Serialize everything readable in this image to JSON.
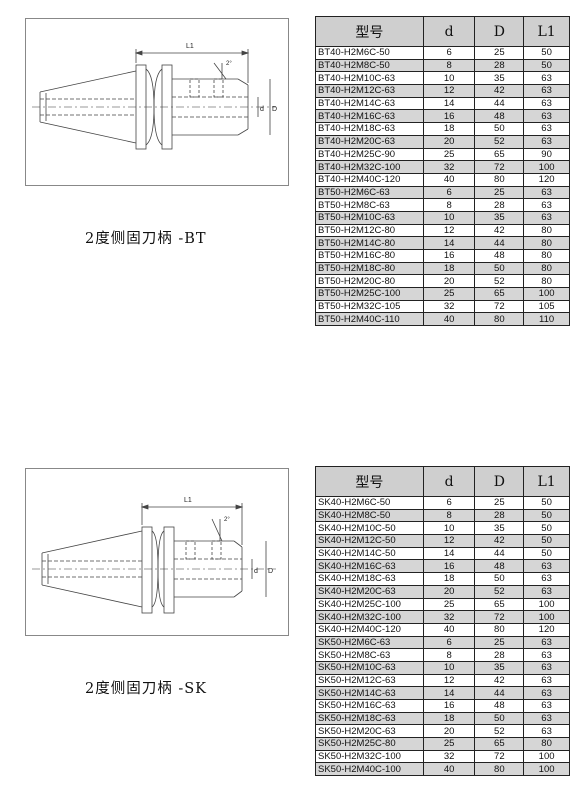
{
  "sections": [
    {
      "caption": "2度侧固刀柄 -BT",
      "headers": [
        "型号",
        "d",
        "D",
        "L1"
      ],
      "drawing_labels": {
        "length": "L1",
        "angle": "2°",
        "small_d": "d",
        "big_d": "D"
      },
      "rows": [
        [
          "BT40-H2M6C-50",
          "6",
          "25",
          "50"
        ],
        [
          "BT40-H2M8C-50",
          "8",
          "28",
          "50"
        ],
        [
          "BT40-H2M10C-63",
          "10",
          "35",
          "63"
        ],
        [
          "BT40-H2M12C-63",
          "12",
          "42",
          "63"
        ],
        [
          "BT40-H2M14C-63",
          "14",
          "44",
          "63"
        ],
        [
          "BT40-H2M16C-63",
          "16",
          "48",
          "63"
        ],
        [
          "BT40-H2M18C-63",
          "18",
          "50",
          "63"
        ],
        [
          "BT40-H2M20C-63",
          "20",
          "52",
          "63"
        ],
        [
          "BT40-H2M25C-90",
          "25",
          "65",
          "90"
        ],
        [
          "BT40-H2M32C-100",
          "32",
          "72",
          "100"
        ],
        [
          "BT40-H2M40C-120",
          "40",
          "80",
          "120"
        ],
        [
          "BT50-H2M6C-63",
          "6",
          "25",
          "63"
        ],
        [
          "BT50-H2M8C-63",
          "8",
          "28",
          "63"
        ],
        [
          "BT50-H2M10C-63",
          "10",
          "35",
          "63"
        ],
        [
          "BT50-H2M12C-80",
          "12",
          "42",
          "80"
        ],
        [
          "BT50-H2M14C-80",
          "14",
          "44",
          "80"
        ],
        [
          "BT50-H2M16C-80",
          "16",
          "48",
          "80"
        ],
        [
          "BT50-H2M18C-80",
          "18",
          "50",
          "80"
        ],
        [
          "BT50-H2M20C-80",
          "20",
          "52",
          "80"
        ],
        [
          "BT50-H2M25C-100",
          "25",
          "65",
          "100"
        ],
        [
          "BT50-H2M32C-105",
          "32",
          "72",
          "105"
        ],
        [
          "BT50-H2M40C-110",
          "40",
          "80",
          "110"
        ]
      ]
    },
    {
      "caption": "2度侧固刀柄 -SK",
      "headers": [
        "型号",
        "d",
        "D",
        "L1"
      ],
      "drawing_labels": {
        "length": "L1",
        "angle": "2°",
        "small_d": "d",
        "big_d": "D"
      },
      "rows": [
        [
          "SK40-H2M6C-50",
          "6",
          "25",
          "50"
        ],
        [
          "SK40-H2M8C-50",
          "8",
          "28",
          "50"
        ],
        [
          "SK40-H2M10C-50",
          "10",
          "35",
          "50"
        ],
        [
          "SK40-H2M12C-50",
          "12",
          "42",
          "50"
        ],
        [
          "SK40-H2M14C-50",
          "14",
          "44",
          "50"
        ],
        [
          "SK40-H2M16C-63",
          "16",
          "48",
          "63"
        ],
        [
          "SK40-H2M18C-63",
          "18",
          "50",
          "63"
        ],
        [
          "SK40-H2M20C-63",
          "20",
          "52",
          "63"
        ],
        [
          "SK40-H2M25C-100",
          "25",
          "65",
          "100"
        ],
        [
          "SK40-H2M32C-100",
          "32",
          "72",
          "100"
        ],
        [
          "SK40-H2M40C-120",
          "40",
          "80",
          "120"
        ],
        [
          "SK50-H2M6C-63",
          "6",
          "25",
          "63"
        ],
        [
          "SK50-H2M8C-63",
          "8",
          "28",
          "63"
        ],
        [
          "SK50-H2M10C-63",
          "10",
          "35",
          "63"
        ],
        [
          "SK50-H2M12C-63",
          "12",
          "42",
          "63"
        ],
        [
          "SK50-H2M14C-63",
          "14",
          "44",
          "63"
        ],
        [
          "SK50-H2M16C-63",
          "16",
          "48",
          "63"
        ],
        [
          "SK50-H2M18C-63",
          "18",
          "50",
          "63"
        ],
        [
          "SK50-H2M20C-63",
          "20",
          "52",
          "63"
        ],
        [
          "SK50-H2M25C-80",
          "25",
          "65",
          "80"
        ],
        [
          "SK50-H2M32C-100",
          "32",
          "72",
          "100"
        ],
        [
          "SK50-H2M40C-100",
          "40",
          "80",
          "100"
        ]
      ]
    }
  ]
}
